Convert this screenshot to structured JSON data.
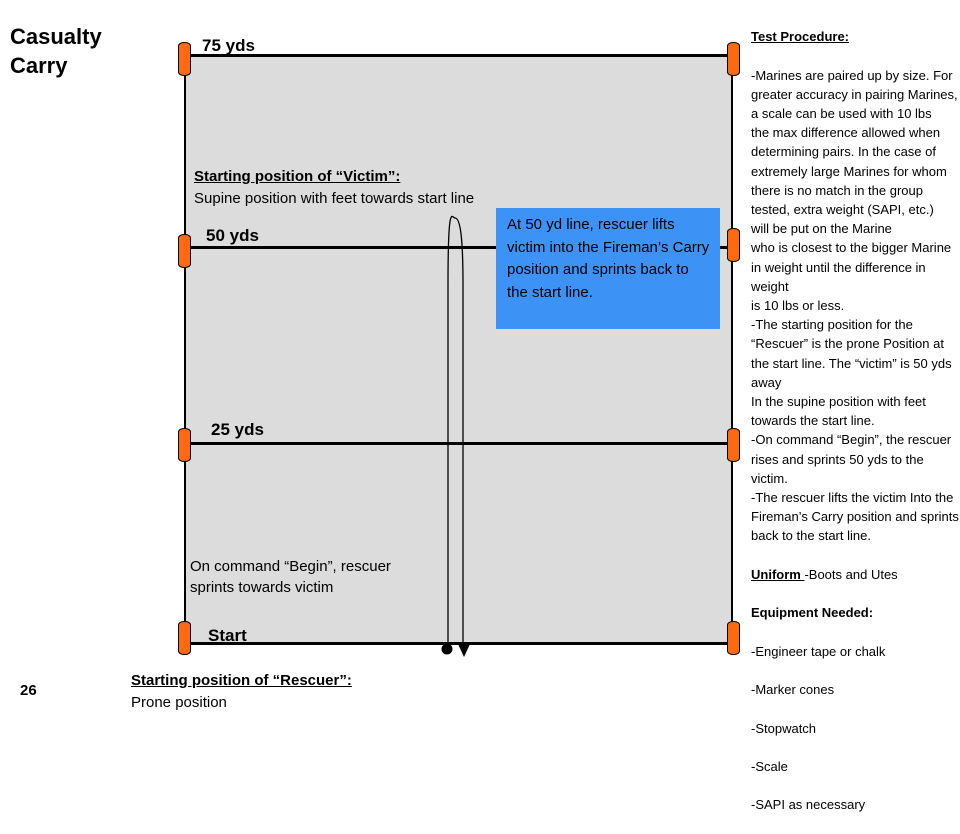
{
  "title_line1": "Casualty",
  "title_line2": "Carry",
  "yard_labels": {
    "y75": "75 yds",
    "y50": "50 yds",
    "y25": "25 yds",
    "start": "Start"
  },
  "victim": {
    "heading": "Starting position of “Victim”:",
    "text": "Supine position with feet towards start line"
  },
  "callout_text": "At 50 yd line, rescuer lifts victim into the Fireman’s Carry position and sprints back to the start line.",
  "begin_text": "On command “Begin”, rescuer sprints towards victim",
  "rescuer": {
    "heading": "Starting position of “Rescuer”:",
    "text": "Prone position"
  },
  "page_number": "26",
  "procedure": {
    "heading": "Test Procedure:",
    "body": "-Marines are paired up by size.  For greater accuracy in pairing Marines, a scale can be used with 10 lbs\nthe max difference allowed when determining pairs.  In the case of extremely large Marines for whom there is no match in the group tested, extra weight (SAPI, etc.)\n will be put on the Marine\n who is closest to the bigger Marine in weight until the difference in weight\nis 10 lbs or less.\n-The starting position for the “Rescuer” is the prone Position at the start line. The “victim” is 50 yds away\nIn the supine position with feet towards the start line.\n-On command “Begin”, the rescuer rises and sprints 50 yds to the victim.\n-The rescuer lifts the victim Into the Fireman’s Carry position and sprints back to the start line.",
    "uniform_label": "Uniform ",
    "uniform_text": "-Boots and Utes",
    "equipment_heading": "Equipment Needed:",
    "equipment_items": [
      "-Engineer tape or chalk",
      "-Marker cones",
      "-Stopwatch",
      "-Scale",
      "-SAPI as necessary"
    ]
  },
  "colors": {
    "field": "#dcdcdc",
    "cone": "#ff6a10",
    "callout": "#3d93f5"
  }
}
